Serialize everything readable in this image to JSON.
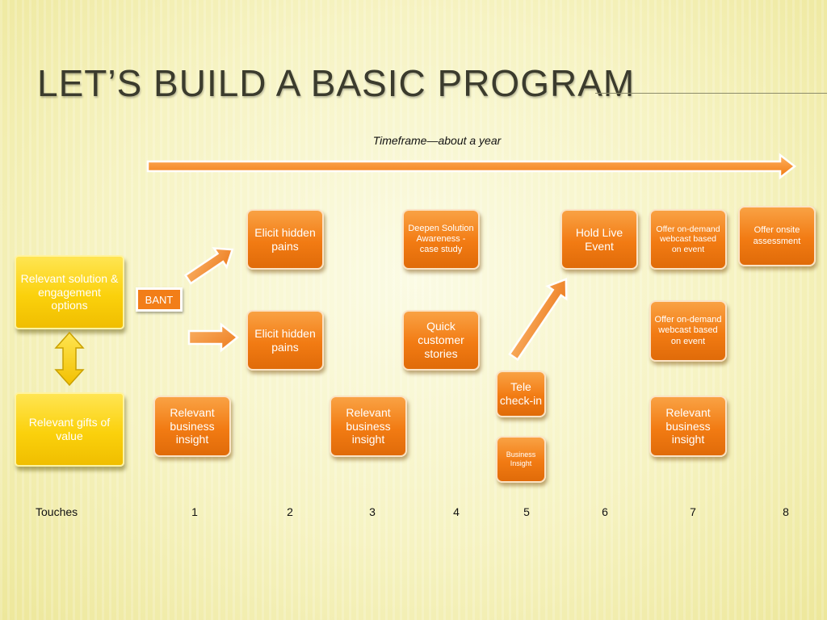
{
  "slide": {
    "title": "Let’s Build a Basic Program",
    "timeframe": "Timeframe—about a year"
  },
  "left": {
    "top_box": "Relevant solution & engagement options",
    "bottom_box": "Relevant gifts of value",
    "bant": "BANT"
  },
  "boxes": {
    "elicit_top": "Elicit hidden pains",
    "elicit_mid": "Elicit hidden pains",
    "deepen": "Deepen Solution Awareness - case study",
    "quick": "Quick customer stories",
    "insight_1": "Relevant business insight",
    "insight_3": "Relevant business insight",
    "tele": "Tele check-in",
    "business_insight": "Business Insight",
    "hold_live": "Hold Live Event",
    "offer_ondemand_top": "Offer on-demand webcast based on event",
    "offer_ondemand_mid": "Offer on-demand webcast based on event",
    "insight_7": "Relevant business insight",
    "offer_onsite": "Offer onsite assessment"
  },
  "touches": {
    "label": "Touches",
    "numbers": [
      "1",
      "2",
      "3",
      "4",
      "5",
      "6",
      "7",
      "8"
    ]
  },
  "colors": {
    "orange": "#f27b13",
    "yellow": "#fbd10c",
    "title": "#3b3b2d"
  }
}
